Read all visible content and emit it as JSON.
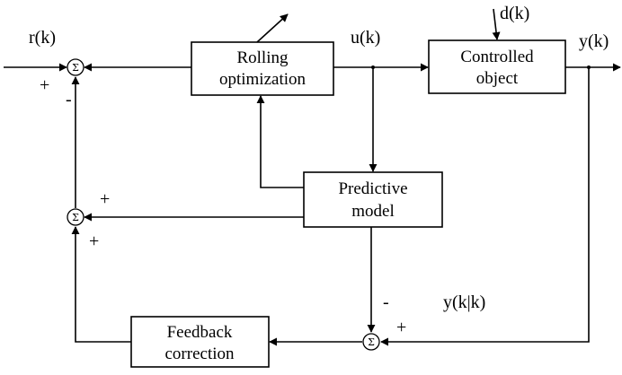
{
  "blocks": {
    "rolling_optimization": [
      "Rolling",
      "optimization"
    ],
    "controlled_object": [
      "Controlled",
      "object"
    ],
    "predictive_model": [
      "Predictive",
      "model"
    ],
    "feedback_correction": [
      "Feedback",
      "correction"
    ]
  },
  "signals": {
    "reference": "r(k)",
    "control": "u(k)",
    "disturbance": "d(k)",
    "output": "y(k)",
    "predicted_output": "y(k|k)"
  },
  "summing_junctions": {
    "symbol": "Σ",
    "top": {
      "plus": "+",
      "minus": "-"
    },
    "middle": {
      "plus_right": "+",
      "plus_bottom": "+"
    },
    "bottom": {
      "minus": "-",
      "plus": "+"
    }
  }
}
